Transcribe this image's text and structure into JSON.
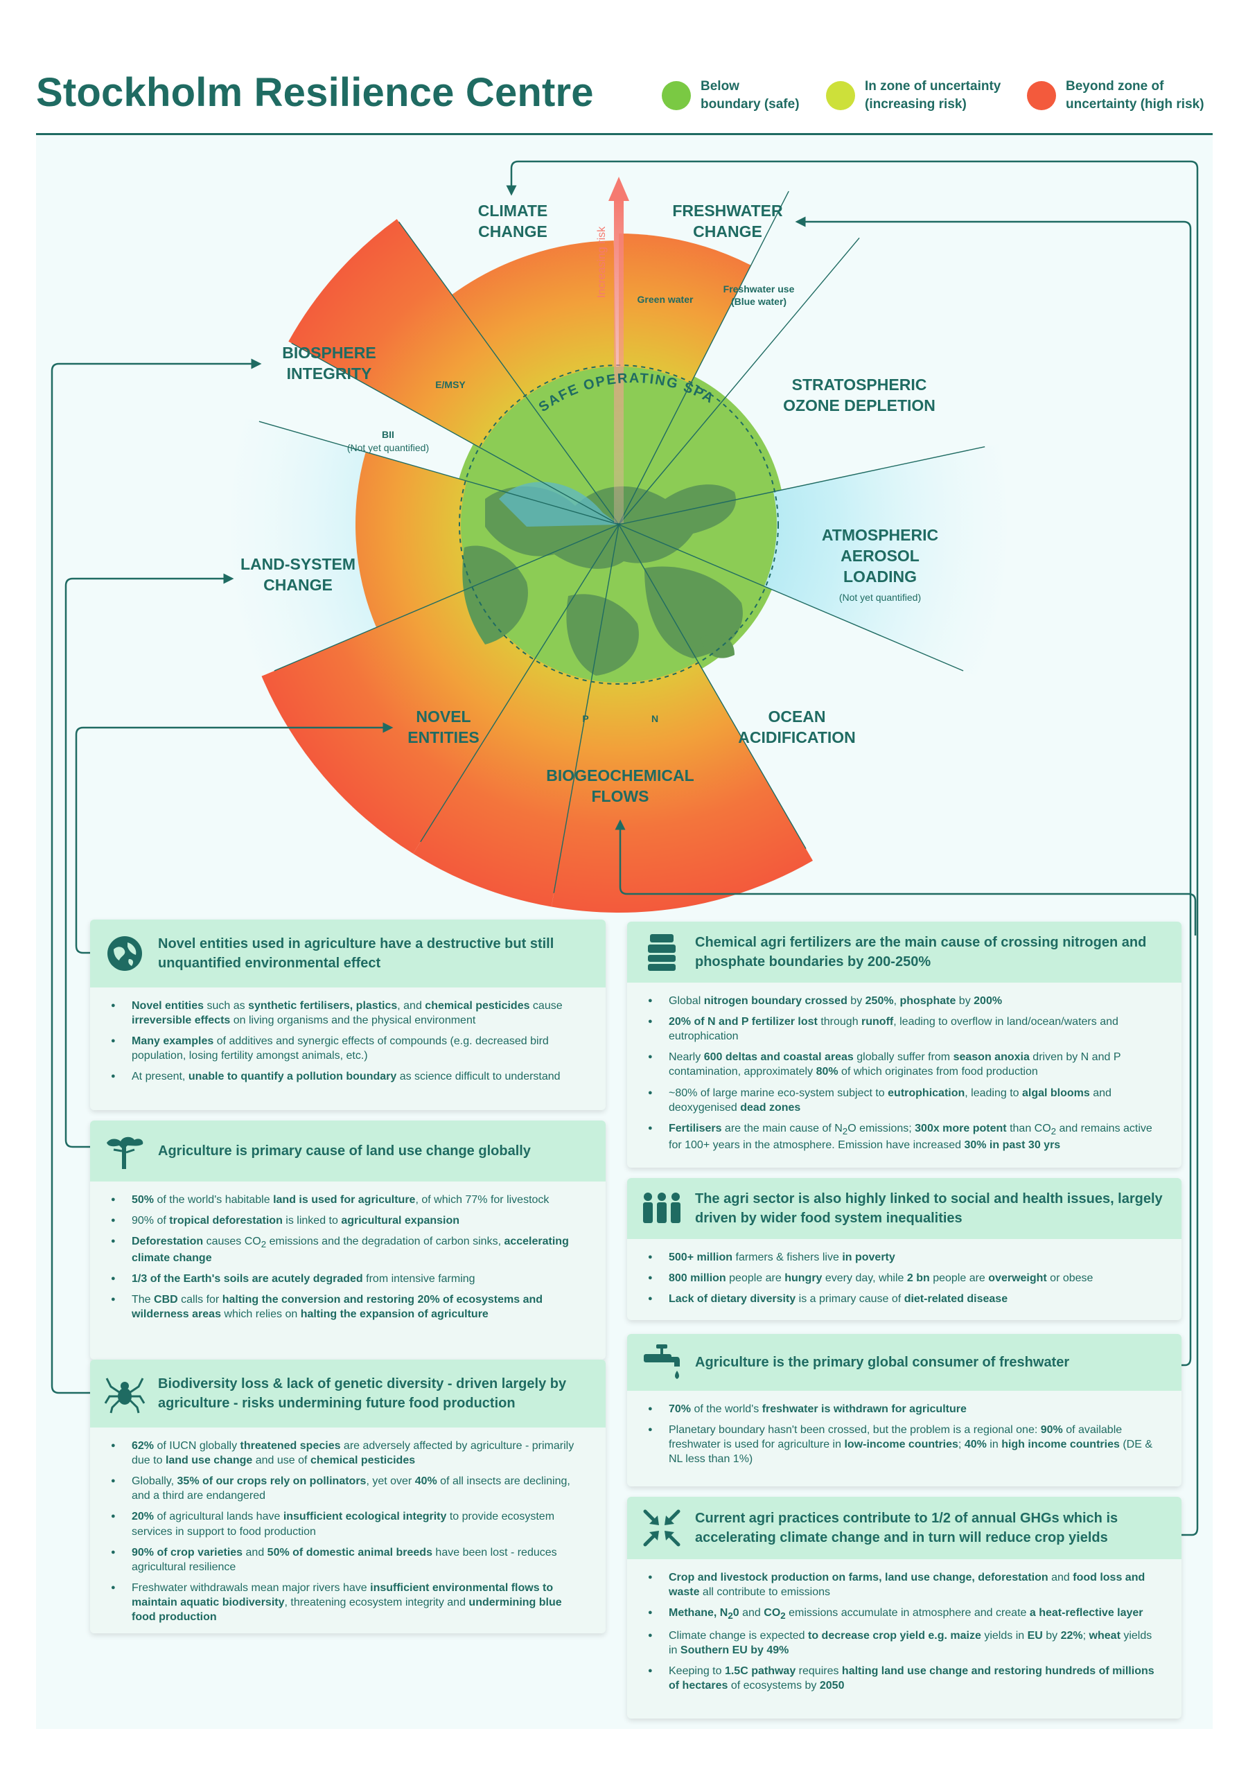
{
  "header": {
    "title": "Stockholm Resilience Centre",
    "legend": [
      {
        "label": "Below\nboundary (safe)",
        "color": "#7ac943"
      },
      {
        "label": "In zone of uncertainty\n(increasing risk)",
        "color": "#cde03a"
      },
      {
        "label": "Beyond zone of\nuncertainty (high risk)",
        "color": "#f35a3c"
      }
    ]
  },
  "diagram": {
    "center_label": "SAFE OPERATING SPACE",
    "arrow_label": "Increasing risk",
    "boundaries": {
      "climate": "CLIMATE\nCHANGE",
      "freshwater": "FRESHWATER\nCHANGE",
      "ozone": "STRATOSPHERIC\nOZONE DEPLETION",
      "aerosol": "ATMOSPHERIC\nAEROSOL\nLOADING",
      "aerosol_note": "(Not yet quantified)",
      "ocean": "OCEAN\nACIDIFICATION",
      "biogeo": "BIOGEOCHEMICAL\nFLOWS",
      "novel": "NOVEL\nENTITIES",
      "land": "LAND-SYSTEM\nCHANGE",
      "biosphere": "BIOSPHERE\nINTEGRITY"
    },
    "sublabels": {
      "green_water": "Green water",
      "blue_water": "Freshwater use\n(Blue water)",
      "emsy": "E/MSY",
      "bii": "BII",
      "bii_note": "(Not yet quantified)",
      "p": "P",
      "n": "N"
    },
    "colors": {
      "safe": "#8ccc55",
      "land_dark": "#5f9a55",
      "risk_low": "#f2a63a",
      "risk_high": "#f35a3c",
      "aerosol": "#bfeef6",
      "text": "#1f6b62"
    }
  },
  "cards": {
    "novel": {
      "title": "Novel entities used in agriculture have a destructive but still unquantified environmental effect",
      "items": [
        "<b>Novel entities</b> such as <b>synthetic fertilisers, plastics</b>, and <b>chemical pesticides</b> cause <b>irreversible effects</b> on living organisms and the physical environment",
        "<b>Many examples</b> of additives and synergic effects of compounds (e.g. decreased bird population, losing fertility amongst animals, etc.)",
        "At present, <b>unable to quantify a pollution boundary</b> as science difficult to understand"
      ]
    },
    "land": {
      "title": "Agriculture is primary cause of land use change globally",
      "items": [
        "<b>50%</b> of the world's habitable <b>land is used for agriculture</b>, of which 77% for livestock",
        "90% of <b>tropical deforestation</b> is linked to <b>agricultural expansion</b>",
        "<b>Deforestation</b> causes CO<sub>2</sub> emissions and the degradation of carbon sinks, <b>accelerating climate change</b>",
        "<b>1/3 of the Earth's soils are acutely degraded</b> from intensive farming",
        "The <b>CBD</b> calls for <b>halting the conversion and restoring 20% of ecosystems and wilderness areas</b> which relies on <b>halting the expansion of agriculture</b>"
      ]
    },
    "biodiversity": {
      "title": "Biodiversity loss & lack of genetic diversity - driven largely by agriculture - risks undermining future food production",
      "items": [
        "<b>62%</b> of IUCN globally <b>threatened species</b> are adversely affected by agriculture - primarily due to <b>land use change</b> and use of <b>chemical pesticides</b>",
        "Globally, <b>35% of our crops rely on pollinators</b>, yet over <b>40%</b> of all insects are declining, and a third are endangered",
        "<b>20%</b> of agricultural lands have <b>insufficient ecological integrity</b> to provide ecosystem services in support to food production",
        "<b>90% of crop varieties</b> and <b>50% of domestic animal breeds</b> have been lost - reduces agricultural resilience",
        "Freshwater withdrawals mean major rivers have <b>insufficient environmental flows to maintain aquatic biodiversity</b>, threatening ecosystem integrity and <b>undermining blue food production</b>"
      ]
    },
    "chemical": {
      "title": "Chemical agri fertilizers are the main cause of crossing nitrogen and phosphate boundaries by 200-250%",
      "items": [
        "Global <b>nitrogen boundary crossed</b> by <b>250%</b>, <b>phosphate</b> by <b>200%</b>",
        "<b>20% of N and P fertilizer lost</b> through <b>runoff</b>, leading to overflow in land/ocean/waters and eutrophication",
        "Nearly <b>600 deltas and coastal areas</b> globally suffer from <b>season anoxia</b> driven by N and P contamination, approximately <b>80%</b> of which originates from food production",
        "~80% of large marine eco-system subject to <b>eutrophication</b>, leading to <b>algal blooms</b> and deoxygenised <b>dead zones</b>",
        "<b>Fertilisers</b> are the main cause of N<sub>2</sub>O emissions; <b>300x more potent</b> than CO<sub>2</sub> and remains active for 100+ years in the atmosphere. Emission have increased <b>30% in past 30 yrs</b>"
      ]
    },
    "social": {
      "title": "The agri sector is also highly linked to social and health issues, largely driven by wider food system inequalities",
      "items": [
        "<b>500+ million</b> farmers & fishers live <b>in poverty</b>",
        "<b>800 million</b> people are <b>hungry</b> every day, while <b>2 bn</b> people are <b>overweight</b> or obese",
        "<b>Lack of dietary diversity</b> is a primary cause of <b>diet-related disease</b>"
      ]
    },
    "freshwater": {
      "title": "Agriculture is the primary global consumer of freshwater",
      "items": [
        "<b>70%</b> of the world's <b>freshwater is withdrawn for agriculture</b>",
        "Planetary boundary hasn't been crossed, but the problem is a regional one: <b>90%</b> of available freshwater is used for agriculture in <b>low-income countries</b>; <b>40%</b> in <b>high income countries</b> (DE & NL less than 1%)"
      ]
    },
    "climate": {
      "title": "Current agri practices contribute to 1/2 of annual GHGs which is accelerating climate change and in turn will reduce crop yields",
      "items": [
        "<b>Crop and livestock production on farms, land use change, deforestation</b> and <b>food loss and waste</b> all contribute to emissions",
        "<b>Methane, N<sub>2</sub>0</b> and <b>CO<sub>2</sub></b> emissions accumulate in atmosphere and create <b>a heat-reflective layer</b>",
        "Climate change is expected <b>to decrease crop yield e.g. maize</b> yields in <b>EU</b> by <b>22%</b>; <b>wheat</b> yields in <b>Southern EU by 49%</b>",
        "Keeping to <b>1.5C pathway</b> requires <b>halting land use change and restoring hundreds of millions of hectares</b> of ecosystems by <b>2050</b>"
      ]
    }
  }
}
